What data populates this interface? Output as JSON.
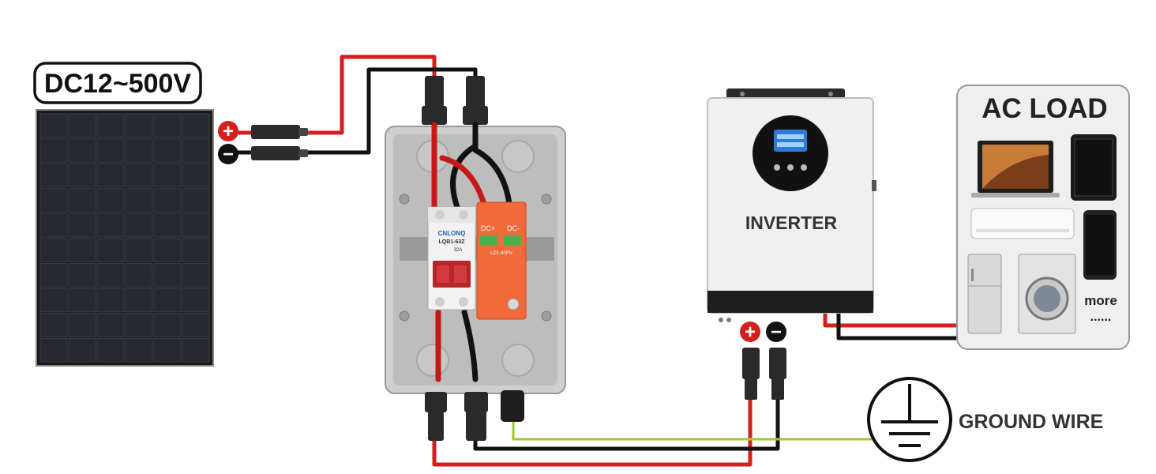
{
  "voltage_label": "DC12~500V",
  "polarity": {
    "positive": "+",
    "negative": "−"
  },
  "combiner_box": {
    "breaker_brand": "CNLONQ",
    "breaker_model": "LQB1-63Z",
    "breaker_rating": "32A",
    "spd_pos_label": "DC+",
    "spd_neg_label": "DC-",
    "spd_model": "LD1-40PV"
  },
  "inverter": {
    "label": "INVERTER"
  },
  "ac_load": {
    "title": "AC LOAD",
    "more_label": "more",
    "more_dots": "......"
  },
  "ground": {
    "label": "GROUND WIRE"
  },
  "colors": {
    "positive_wire": "#d41f1f",
    "negative_wire": "#111111",
    "ground_wire": "#9ccc2a"
  }
}
